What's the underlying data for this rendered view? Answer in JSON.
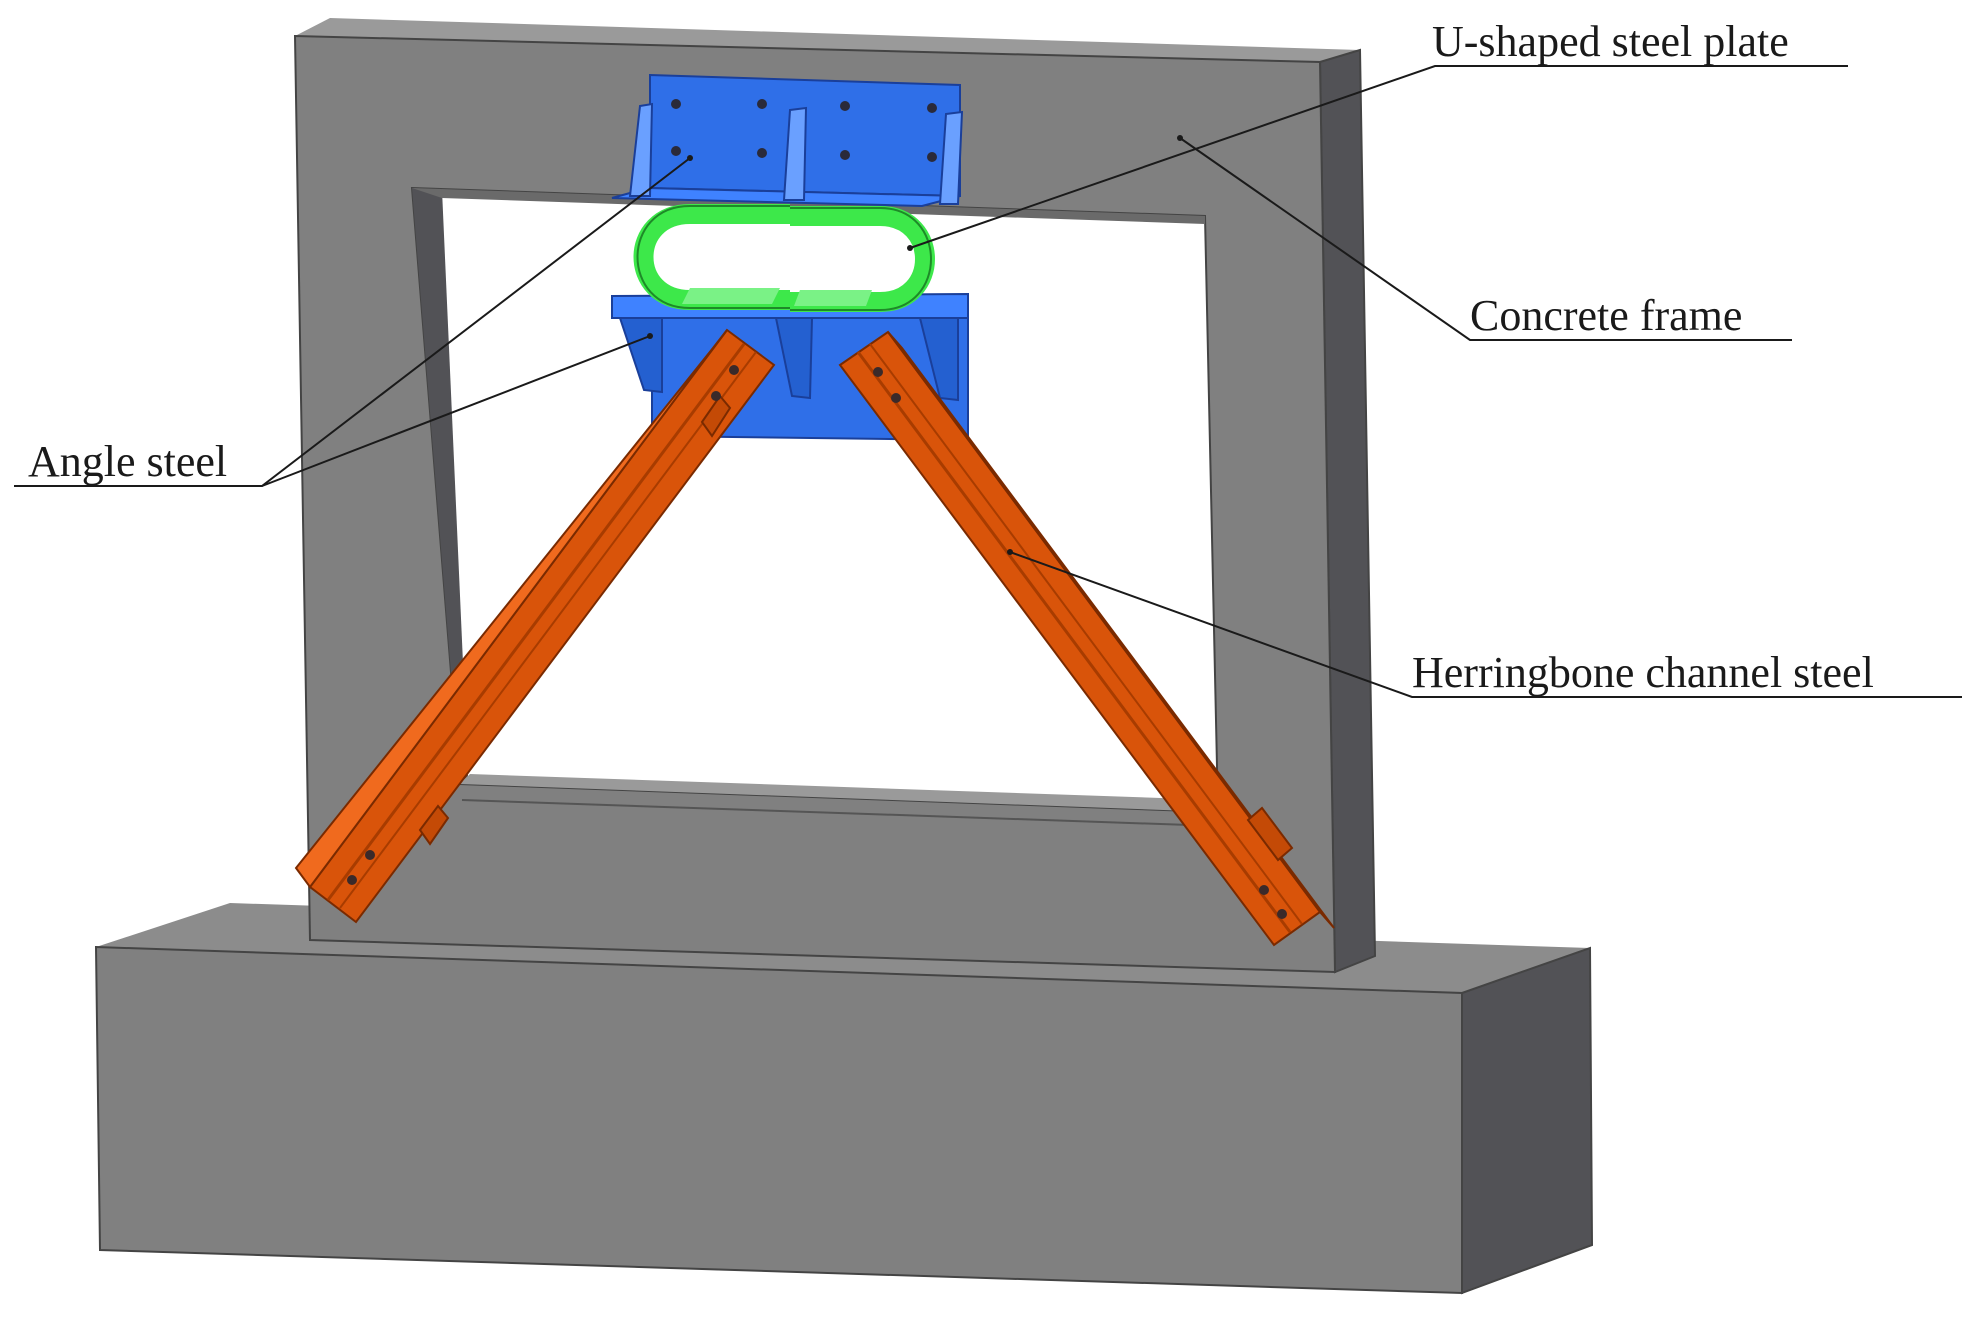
{
  "labels": {
    "u_shaped_steel_plate": "U-shaped steel plate",
    "concrete_frame": "Concrete frame",
    "angle_steel": "Angle steel",
    "herringbone_channel_steel": "Herringbone channel steel"
  },
  "colors": {
    "concrete_front": "#808080",
    "concrete_side": "#525256",
    "concrete_top": "#9a9a9a",
    "angle_steel_blue": "#2f6fe8",
    "u_plate_green": "#3de84a",
    "channel_steel_orange": "#d9540a",
    "leader_line": "#1a1a1a"
  }
}
